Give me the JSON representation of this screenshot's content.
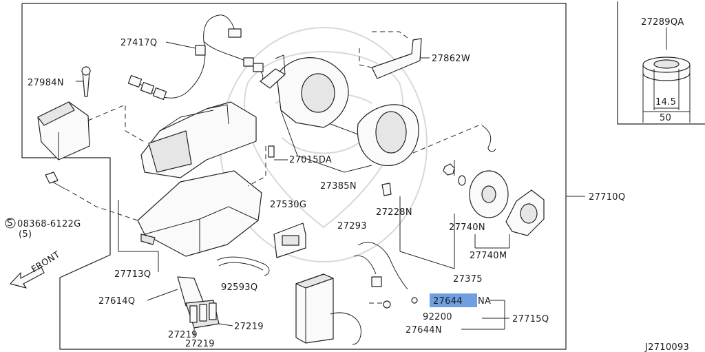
{
  "diagram_id": "J2710093",
  "highlight_color": "#6f9fe0",
  "labels": {
    "p27417Q": "27417Q",
    "p27984N": "27984N",
    "p27862W": "27862W",
    "p27289QA": "27289QA",
    "dim_inner": "14.5",
    "dim_outer": "50",
    "p27015DA": "27015DA",
    "p27385N": "27385N",
    "p27710Q": "27710Q",
    "screw_code": "08368-6122G",
    "screw_prefix": "S",
    "screw_qty": "(5)",
    "p27530G": "27530G",
    "p27228N": "27228N",
    "p27293": "27293",
    "p27740N": "27740N",
    "p27740M": "27740M",
    "front": "FRONT",
    "p27713Q": "27713Q",
    "p92593Q": "92593Q",
    "p27375": "27375",
    "p27614Q": "27614Q",
    "p27644_hl": "27644",
    "p27644_suffix": "NA",
    "p92200": "92200",
    "p27715Q": "27715Q",
    "p27219_a": "27219",
    "p27219_b": "27219",
    "p27219_c": "27219",
    "p27644N": "27644N"
  }
}
